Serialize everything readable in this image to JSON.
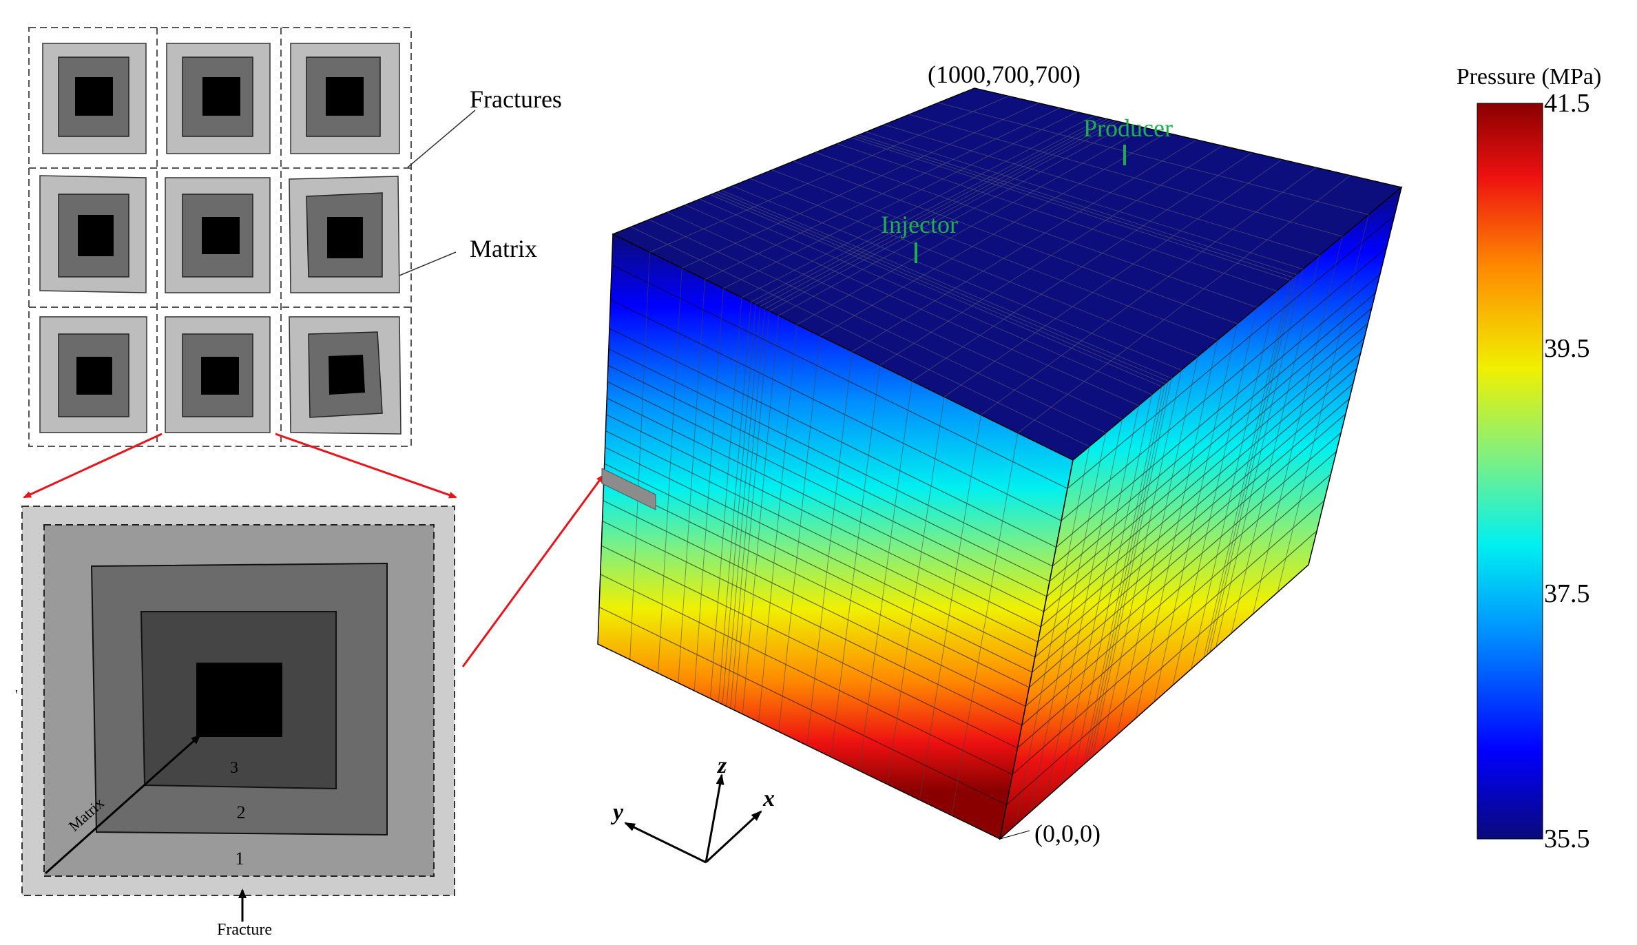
{
  "labels": {
    "fractures": "Fractures",
    "matrix": "Matrix",
    "matrix_arrow": "Matrix",
    "fracture": "Fracture",
    "level1": "1",
    "level2": "2",
    "level3": "3",
    "top_corner": "(1000,700,700)",
    "origin": "(0,0,0)",
    "injector": "Injector",
    "producer": "Producer",
    "axis_x": "x",
    "axis_y": "y",
    "axis_z": "z"
  },
  "legend": {
    "title": "Pressure (MPa)",
    "ticks": [
      "41.5",
      "39.5",
      "37.5",
      "35.5"
    ],
    "min": 35.5,
    "max": 41.5
  },
  "colors": {
    "fracture_light": "#bdbdbd",
    "matrix_mid": "#6b6b6b",
    "matrix_dark": "#454545",
    "matrix_core": "#000000",
    "arrow_red": "#e8141c",
    "well_green": "#1fae4f",
    "colormap": [
      "#0a0a7a",
      "#0000ff",
      "#0090ff",
      "#00f0f0",
      "#80f080",
      "#f0f000",
      "#ff8800",
      "#ee1111",
      "#8a0000"
    ]
  }
}
